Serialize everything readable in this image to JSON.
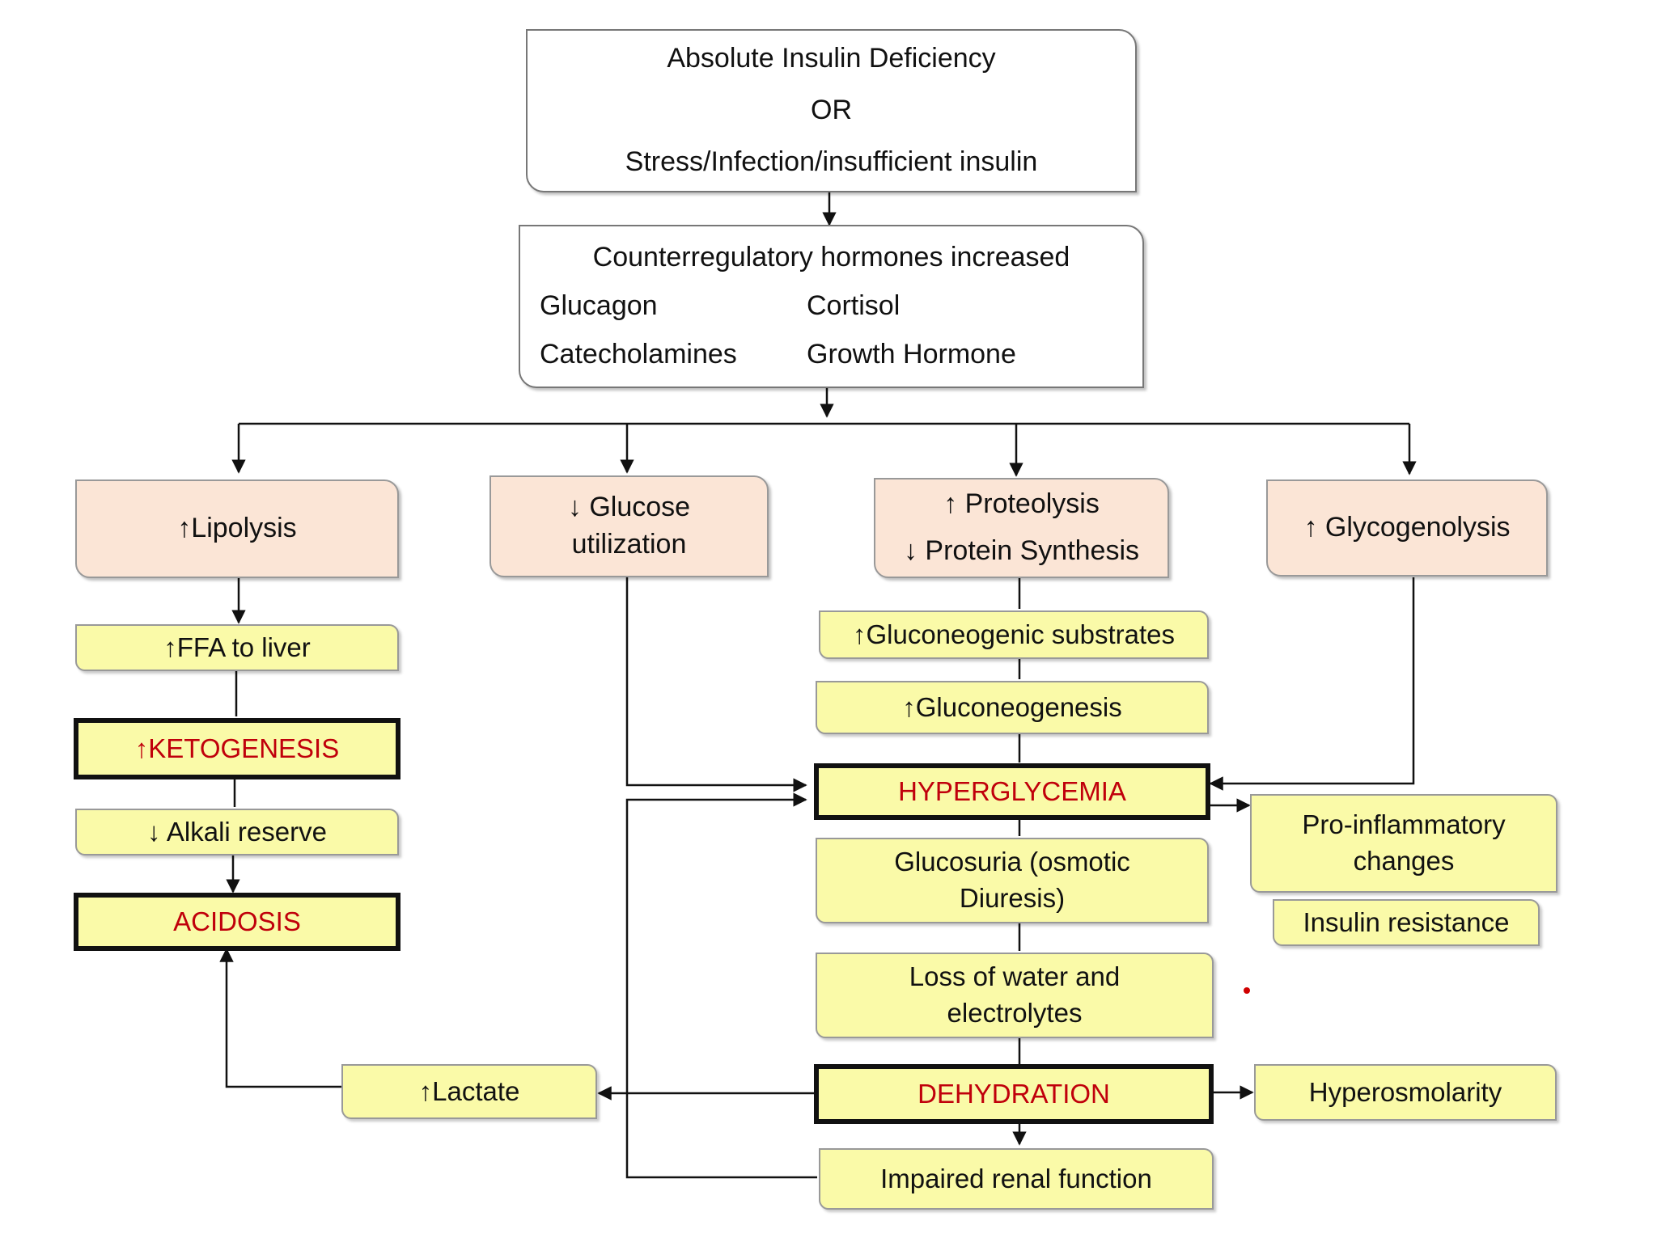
{
  "top": {
    "line1": "Absolute Insulin Deficiency",
    "line2": "OR",
    "line3": "Stress/Infection/insufficient insulin"
  },
  "counter": {
    "title": "Counterregulatory hormones increased",
    "h1": "Glucagon",
    "h2": "Cortisol",
    "h3": "Catecholamines",
    "h4": "Growth Hormone"
  },
  "branches": {
    "lipolysis": "↑Lipolysis",
    "glucose_line1": "↓ Glucose",
    "glucose_line2": "utilization",
    "proteolysis_line1": "↑ Proteolysis",
    "proteolysis_line2": "↓ Protein Synthesis",
    "glycogenolysis": "↑ Glycogenolysis"
  },
  "left": {
    "ffa": "↑FFA to liver",
    "ketogenesis": "↑KETOGENESIS",
    "alkali": "↓ Alkali reserve",
    "acidosis": "ACIDOSIS",
    "lactate": "↑Lactate"
  },
  "center": {
    "substrates": "↑Gluconeogenic substrates",
    "gluconeogenesis": "↑Gluconeogenesis",
    "hyperglycemia": "HYPERGLYCEMIA",
    "glucosuria_line1": "Glucosuria (osmotic",
    "glucosuria_line2": "Diuresis)",
    "loss_line1": "Loss of water and",
    "loss_line2": "electrolytes",
    "dehydration": "DEHYDRATION",
    "renal": "Impaired renal function"
  },
  "right": {
    "proinflam_line1": "Pro-inflammatory",
    "proinflam_line2": "changes",
    "insulin_resistance": "Insulin resistance",
    "hyperosmolarity": "Hyperosmolarity"
  },
  "colors": {
    "peach": "#fbe5d6",
    "yellow": "#fafaa8",
    "key_text": "#c0000b",
    "connector": "#111111"
  }
}
